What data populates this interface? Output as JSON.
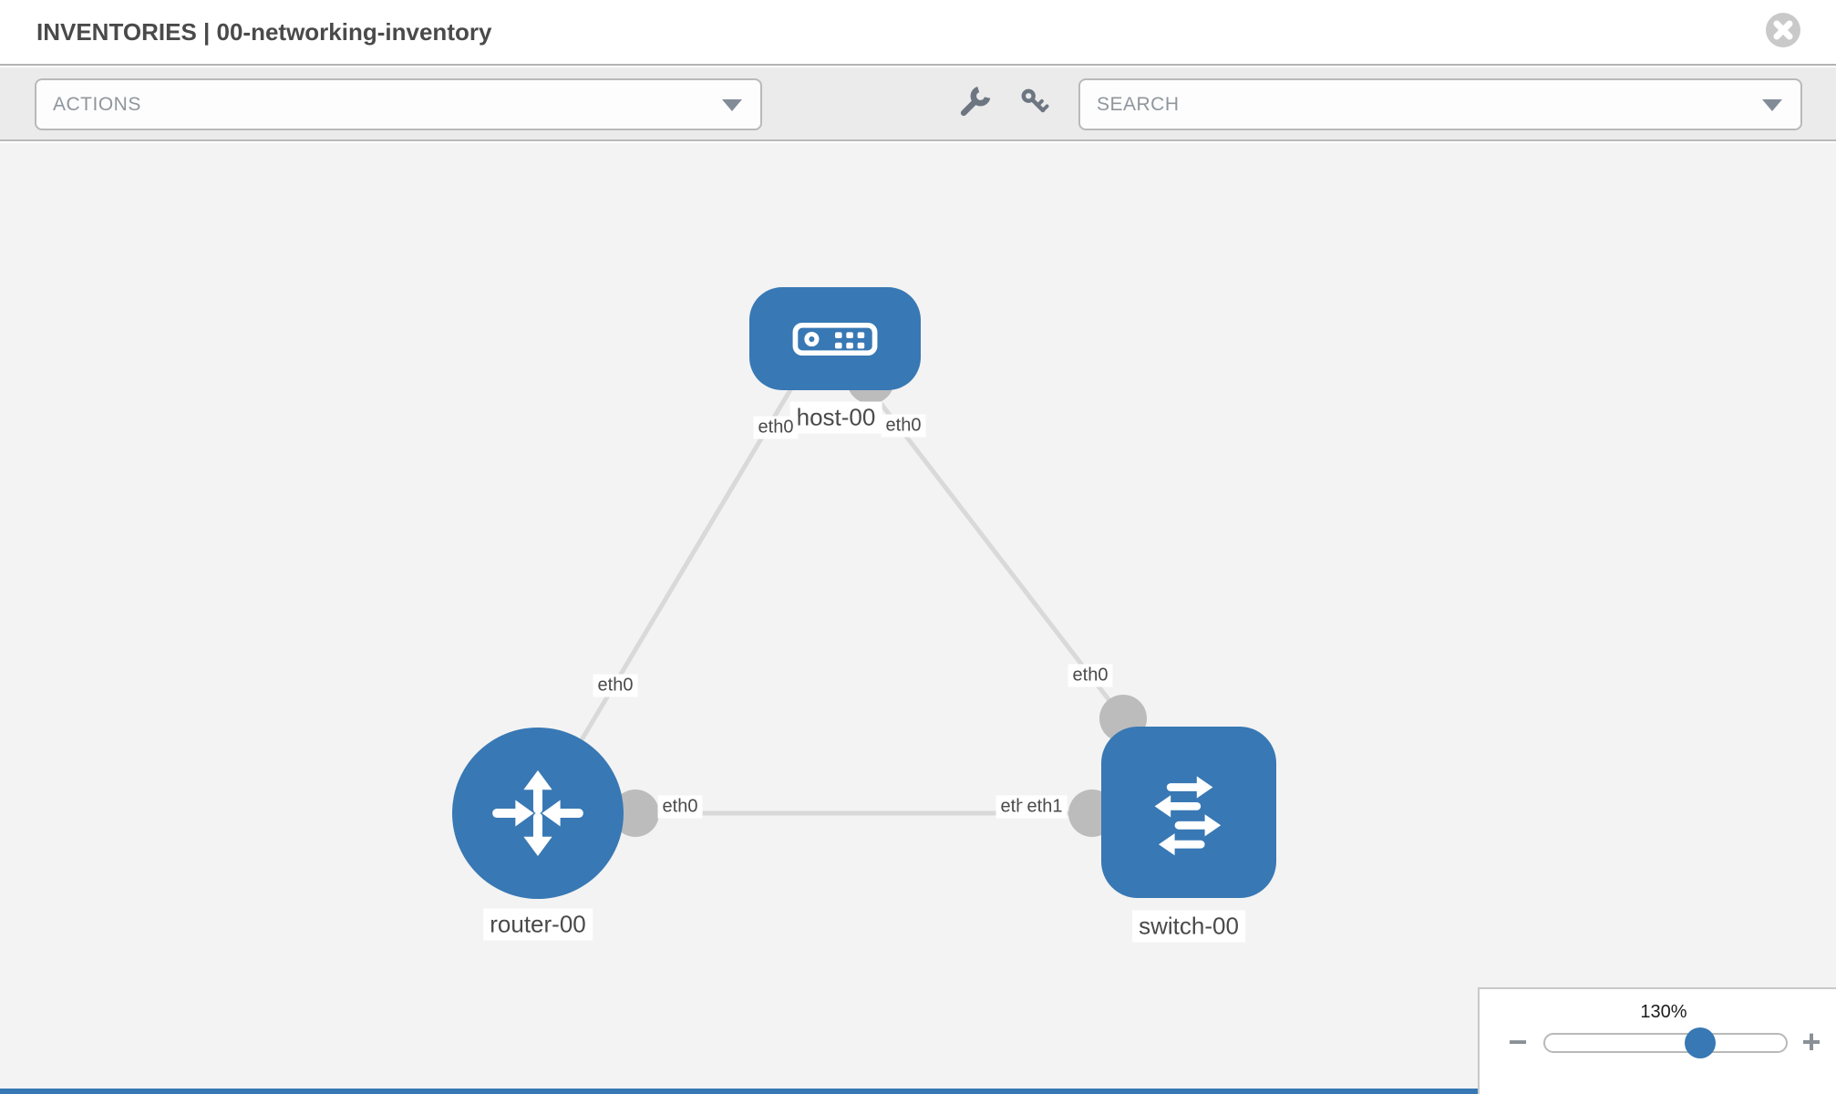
{
  "header": {
    "title": "INVENTORIES | 00-networking-inventory"
  },
  "toolbar": {
    "actions_label": "ACTIONS",
    "search_label": "SEARCH"
  },
  "topology": {
    "nodes": [
      {
        "id": "host-00",
        "type": "host",
        "label": "host-00"
      },
      {
        "id": "router-00",
        "type": "router",
        "label": "router-00"
      },
      {
        "id": "switch-00",
        "type": "switch",
        "label": "switch-00"
      }
    ],
    "links": [
      {
        "source": "router-00",
        "target": "host-00",
        "source_iface": "eth0",
        "target_iface": "eth0"
      },
      {
        "source": "host-00",
        "target": "switch-00",
        "source_iface": "eth0",
        "target_iface": "eth0"
      },
      {
        "source": "router-00",
        "target": "switch-00",
        "source_iface": "eth0",
        "target_iface": "eth1"
      }
    ],
    "iface_labels": [
      "eth0",
      "eth0",
      "eth0",
      "eth0",
      "eth0",
      "eth0",
      "eth1"
    ]
  },
  "zoom_control": {
    "value": "130%",
    "minus_label": "−",
    "plus_label": "+"
  },
  "colors": {
    "node_blue": "#3878b4",
    "link_gray": "#d9d9d9",
    "port_gray": "#bcbcbc",
    "canvas_bg": "#f3f3f3",
    "toolbar_bg": "#ebebeb",
    "border_gray": "#b9b9b9",
    "text_dark": "#4a4a4a",
    "placeholder_gray": "#8f969c",
    "icon_gray": "#6d7680",
    "close_gray": "#c9c9c9"
  }
}
